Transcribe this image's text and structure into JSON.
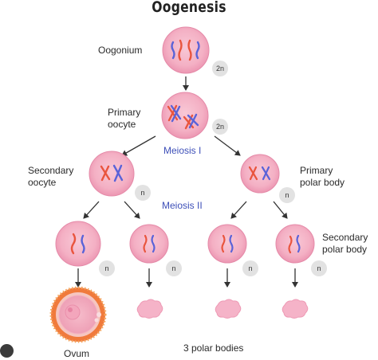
{
  "title": "Oogenesis",
  "stages": {
    "oogonium": "Oogonium",
    "primary_oocyte": [
      "Primary",
      "oocyte"
    ],
    "secondary_oocyte": [
      "Secondary",
      "oocyte"
    ],
    "primary_polar_body": [
      "Primary",
      "polar body"
    ],
    "secondary_polar_body": [
      "Secondary",
      "polar body"
    ],
    "ovum": "Ovum",
    "polar_bodies": "3 polar bodies"
  },
  "divisions": {
    "meiosis_1": "Meiosis I",
    "meiosis_2": "Meiosis II"
  },
  "ploidy": {
    "diploid": "2n",
    "haploid": "n"
  },
  "colors": {
    "cell_fill": "#f5b3c8",
    "cell_border": "#e58aa8",
    "chromosome_red": "#e9553e",
    "chromosome_blue": "#5a63d8",
    "ovum_corona": "#f0703a",
    "label_blue": "#3d4fb8"
  },
  "icons": [
    "arrow-icon",
    "cell-icon",
    "chromosome-icon",
    "polar-body-icon",
    "app-badge-icon"
  ]
}
